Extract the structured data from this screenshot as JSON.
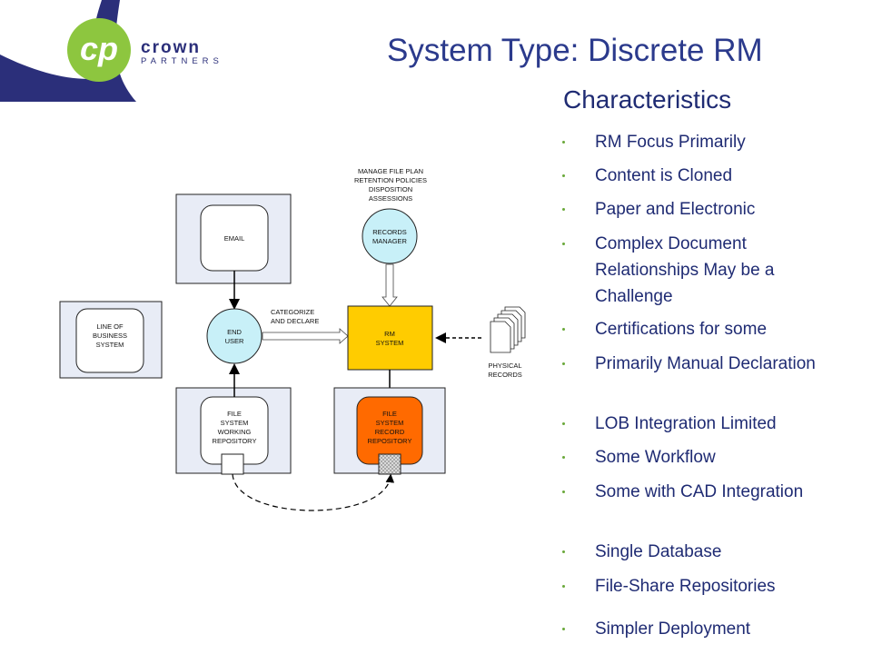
{
  "header": {
    "title": "System Type: Discrete RM",
    "logo_line1": "crown",
    "logo_line2": "PARTNERS"
  },
  "main": {
    "subtitle": "Characteristics",
    "bullets": [
      "RM Focus Primarily",
      "Content is Cloned",
      "Paper and Electronic",
      "Complex Document Relationships May be a Challenge",
      "Certifications for some",
      "Primarily Manual Declaration",
      "LOB Integration Limited",
      "Some Workflow",
      "Some with CAD Integration",
      "Single Database",
      "File-Share Repositories",
      "Simpler Deployment"
    ]
  },
  "diagram": {
    "top_note": [
      "MANAGE FILE PLAN",
      "RETENTION POLICIES",
      "DISPOSITION",
      "ASSESSIONS"
    ],
    "email": "EMAIL",
    "records_manager": [
      "RECORDS",
      "MANAGER"
    ],
    "lob": [
      "LINE OF",
      "BUSINESS",
      "SYSTEM"
    ],
    "end_user": [
      "END",
      "USER"
    ],
    "categorize": [
      "CATEGORIZE",
      "AND DECLARE"
    ],
    "rm_system": [
      "RM",
      "SYSTEM"
    ],
    "physical": [
      "PHYSICAL",
      "RECORDS"
    ],
    "file_working": [
      "FILE",
      "SYSTEM",
      "WORKING",
      "REPOSITORY"
    ],
    "file_record": [
      "FILE",
      "SYSTEM",
      "RECORD",
      "REPOSITORY"
    ]
  },
  "colors": {
    "title": "#2b3a8c",
    "bullet_text": "#1f2b73",
    "bullet_dot": "#6aa83a",
    "logo_green": "#8dc63f",
    "logo_navy": "#2b2f7a",
    "rm_system_fill": "#ffcc00",
    "record_repo_fill": "#ff6a00",
    "records_manager_fill": "#c8f0f8",
    "end_user_fill": "#c8f0f8",
    "panel_fill": "#e8ecf6"
  }
}
